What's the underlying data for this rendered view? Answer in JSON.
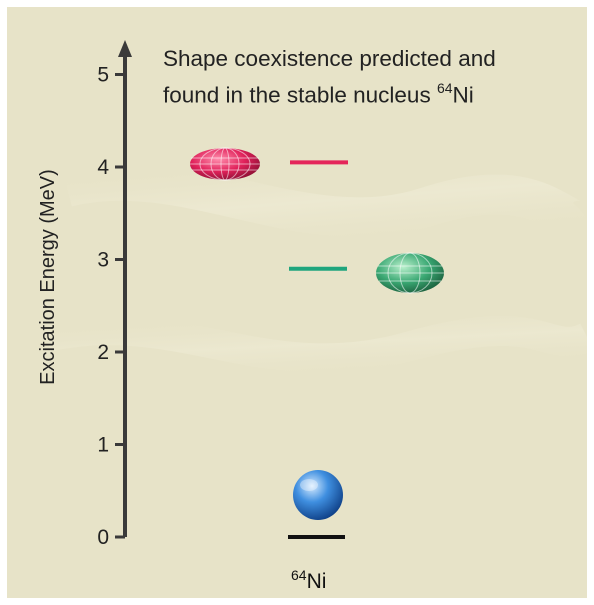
{
  "title": {
    "line1": "Shape coexistence predicted and",
    "line2_prefix": "found in the stable nucleus ",
    "line2_sup": "64",
    "line2_suffix": "Ni"
  },
  "axis": {
    "ylabel": "Excitation Energy (MeV)",
    "ticks": [
      "0",
      "1",
      "2",
      "3",
      "4",
      "5"
    ],
    "xlabel_sup": "64",
    "xlabel_main": "Ni"
  },
  "levels": [
    {
      "energy_mev": 0.0,
      "color": "#111111",
      "shape": "spherical"
    },
    {
      "energy_mev": 2.9,
      "color": "#1fa57d",
      "shape": "oblate"
    },
    {
      "energy_mev": 4.05,
      "color": "#e4265a",
      "shape": "prolate"
    }
  ],
  "colors": {
    "background": "#e7e3c8",
    "axis": "#3a3a3a",
    "prolate": "#e0215a",
    "oblate": "#2f9e6c",
    "spherical": "#2d7fd0"
  }
}
